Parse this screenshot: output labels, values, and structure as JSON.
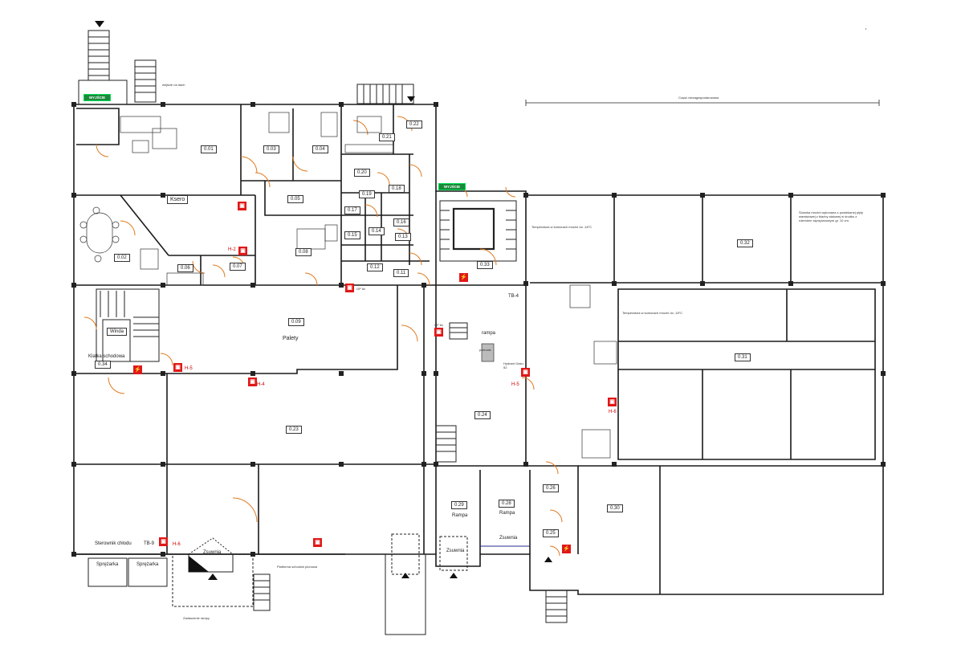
{
  "signs": {
    "exit_label_1": "WYJŚCIE",
    "exit_label_2": "WYJŚCIE"
  },
  "notes": {
    "entry_roof": "wejście na dach",
    "unbuilt_part": "Część niezagospodarowana",
    "temp1": "Temperatura w komorach mroźni do -18°C",
    "temp2": "Temperatura w komorach mroźni do -18°C",
    "wall_note": "Ścianka mroźni wykonana z powlekanej płyty warstwowej z blachy stalowej w środku z rdzeniem styropianowym gr. 10 cm.",
    "platform": "Platforma schodów pionowa",
    "ramp_bottom": "Zadaszenie rampy"
  },
  "rooms": [
    {
      "id": "r001",
      "label": "0.01"
    },
    {
      "id": "r002",
      "label": "0.02"
    },
    {
      "id": "r003",
      "label": "0.03"
    },
    {
      "id": "r004",
      "label": "0.04"
    },
    {
      "id": "r005",
      "label": "0.05"
    },
    {
      "id": "r006",
      "label": "0.06"
    },
    {
      "id": "r007",
      "label": "0.07"
    },
    {
      "id": "r008",
      "label": "0.08"
    },
    {
      "id": "r009",
      "label": "0.09"
    },
    {
      "id": "r011",
      "label": "0.11"
    },
    {
      "id": "r012",
      "label": "0.12"
    },
    {
      "id": "r013",
      "label": "0.13"
    },
    {
      "id": "r014",
      "label": "0.14"
    },
    {
      "id": "r015",
      "label": "0.15"
    },
    {
      "id": "r016",
      "label": "0.16"
    },
    {
      "id": "r017",
      "label": "0.17"
    },
    {
      "id": "r018",
      "label": "0.18"
    },
    {
      "id": "r019",
      "label": "0.19"
    },
    {
      "id": "r020",
      "label": "0.20"
    },
    {
      "id": "r021",
      "label": "0.21"
    },
    {
      "id": "r022",
      "label": "0.22"
    },
    {
      "id": "r023",
      "label": "0.23"
    },
    {
      "id": "r024",
      "label": "0.24"
    },
    {
      "id": "r025",
      "label": "0.25"
    },
    {
      "id": "r026",
      "label": "0.26"
    },
    {
      "id": "r028",
      "label": "0.28"
    },
    {
      "id": "r029",
      "label": "0.29"
    },
    {
      "id": "r030",
      "label": "0.30"
    },
    {
      "id": "r031",
      "label": "0.31"
    },
    {
      "id": "r032",
      "label": "0.32"
    },
    {
      "id": "r033",
      "label": "0.33"
    },
    {
      "id": "r034",
      "label": "0.34"
    }
  ],
  "texts": {
    "ksero": "Ksero",
    "palety": "Palety",
    "winda": "Winda",
    "klatka": "Klatka schodowa",
    "rampa1": "rampa",
    "paleciak": "paleciak",
    "rampa2": "Rampa",
    "rampa3": "Rampa",
    "zsuwnia": "Zsuwnia",
    "zsuwnia2": "Zsuwnia",
    "zsuwnia3": "Zsuwnia",
    "hydrant": "Hydrant Gaśn. 52",
    "sterownik": "Sterownik chłodu",
    "tb9": "TB-9",
    "tb4": "TB-4",
    "sprezarka1": "Sprężarka",
    "sprezarka2": "Sprężarka",
    "h2": "H-2",
    "h4": "H-4",
    "h5a": "H-5",
    "h5b": "H-5",
    "h6a": "H-6",
    "h6b": "H-6",
    "gp1": "GP 6x",
    "gp2": "GP 6x"
  }
}
